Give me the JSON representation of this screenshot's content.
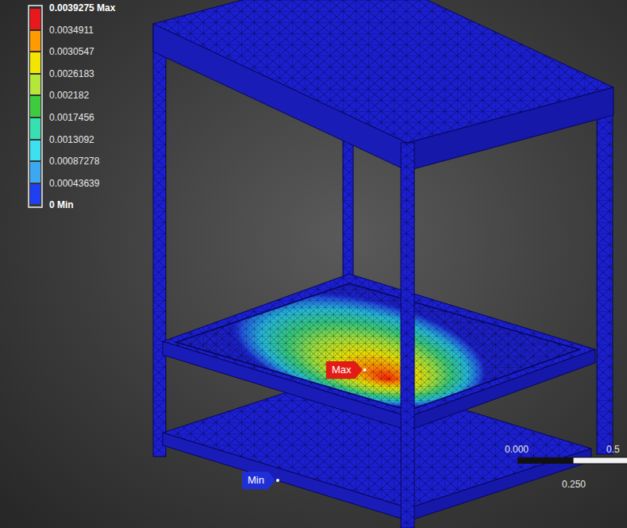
{
  "diagram": {
    "nodes": [
      {
        "text": [
          "Max"
        ]
      },
      {
        "text": [
          "Min"
        ]
      }
    ],
    "labels": [
      "0 Min",
      "0.000",
      "0.5",
      "0.250"
    ],
    "legend": [
      {
        "text": "0.0039275 Max",
        "color": "#e8181c"
      },
      {
        "text": "0.0034911",
        "color": "#ff9a00"
      },
      {
        "text": "0.0030547",
        "color": "#f2e600"
      },
      {
        "text": "0.0026183",
        "color": "#b6e639"
      },
      {
        "text": "0.002182",
        "color": "#3ecc3e"
      },
      {
        "text": "0.0017456",
        "color": "#36e0b0"
      },
      {
        "text": "0.0013092",
        "color": "#3ee0f0"
      },
      {
        "text": "0.00087278",
        "color": "#3ca8f0"
      },
      {
        "text": "0.00043639",
        "color": "#1f3ff0"
      }
    ]
  }
}
